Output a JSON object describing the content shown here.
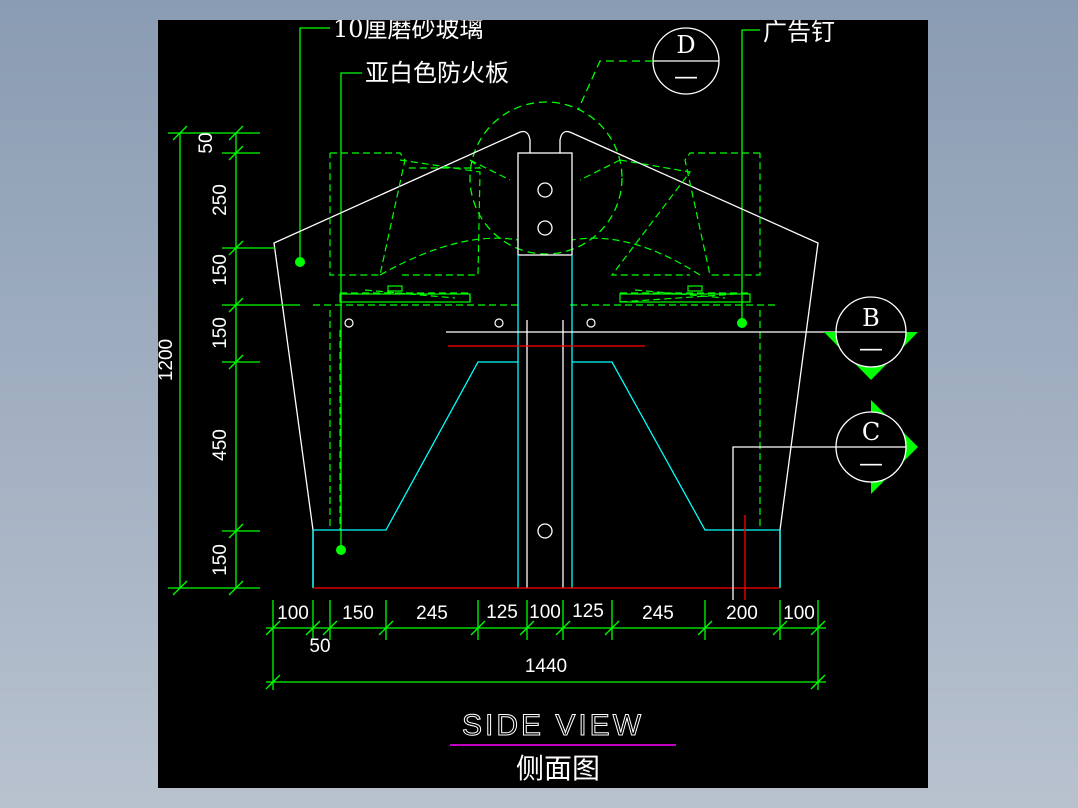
{
  "labels": {
    "frosted_glass": "10厘磨砂玻璃",
    "fireproof_board": "亚白色防火板",
    "ad_nail": "广告钉"
  },
  "callouts": {
    "d": {
      "letter": "D",
      "sub": "—"
    },
    "b": {
      "letter": "B",
      "sub": "—"
    },
    "c": {
      "letter": "C",
      "sub": "—"
    }
  },
  "vertical_dims": [
    "50",
    "250",
    "150",
    "150",
    "450",
    "150"
  ],
  "vertical_total": "1200",
  "horizontal_dims": [
    "100",
    "150",
    "245",
    "125",
    "100",
    "125",
    "245",
    "200",
    "100"
  ],
  "horizontal_extra": "50",
  "horizontal_total": "1440",
  "title_en": "SIDE VIEW",
  "title_cn": "侧面图",
  "colors": {
    "background": "#000000",
    "dimension": "#00ff00",
    "outline": "#ffffff",
    "cyan": "#00ffff",
    "red": "#ff0000",
    "magenta": "#ff00ff"
  }
}
